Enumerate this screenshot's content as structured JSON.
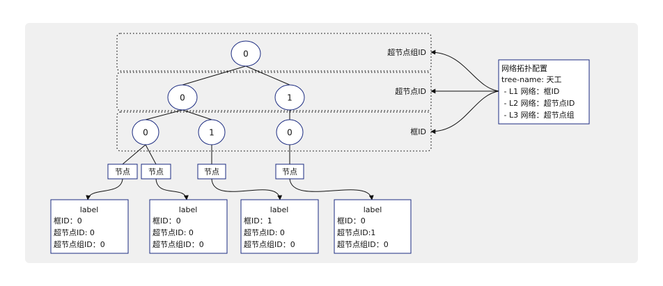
{
  "colors": {
    "panel": "#f0f0f0",
    "node_stroke": "#1a2a80",
    "line": "#111111",
    "box_fill": "#ffffff"
  },
  "tree": {
    "root": "0",
    "level2": [
      "0",
      "1"
    ],
    "level3": [
      "0",
      "1",
      "0"
    ]
  },
  "level_labels": [
    "超节点组ID",
    "超节点ID",
    "框ID"
  ],
  "node_tags": [
    "节点",
    "节点",
    "节点",
    "节点"
  ],
  "config": {
    "lines": [
      "网络拓扑配置",
      "tree-name: 天工",
      " - L1 网络：框ID",
      " - L2 网络：超节点ID",
      " - L3 网络：超节点组"
    ]
  },
  "label_cards": [
    {
      "title": "label",
      "lines": [
        "框ID：0",
        "超节点ID: 0",
        "超节点组ID：0"
      ]
    },
    {
      "title": "label",
      "lines": [
        "框ID：0",
        "超节点ID: 0",
        "超节点组ID：0"
      ]
    },
    {
      "title": "label",
      "lines": [
        "框ID：1",
        "超节点ID: 0",
        "超节点组ID：0"
      ]
    },
    {
      "title": "label",
      "lines": [
        "框ID：0",
        "超节点ID:1",
        "超节点组ID：0"
      ]
    }
  ]
}
